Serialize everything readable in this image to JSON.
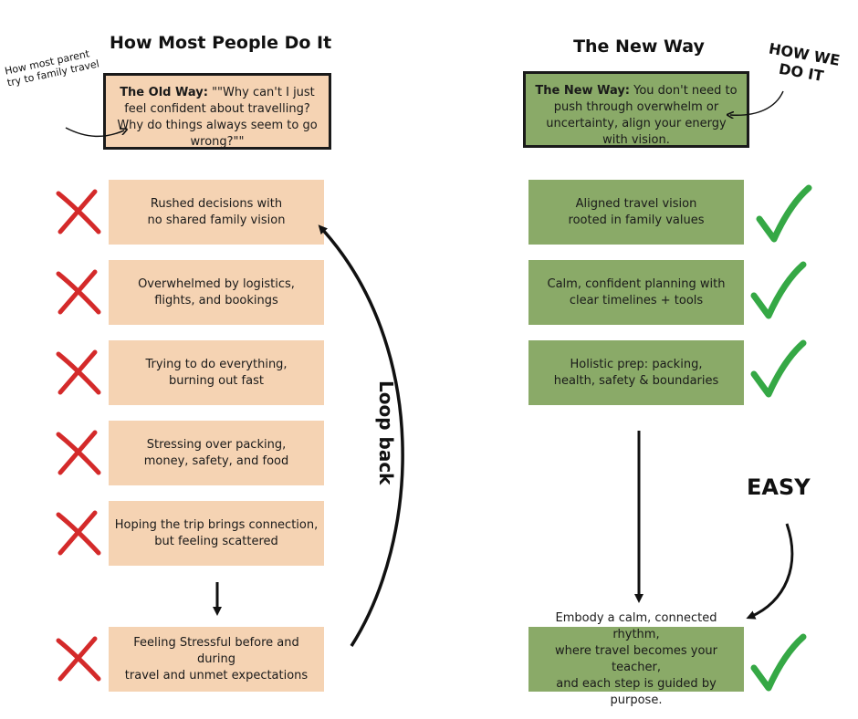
{
  "left": {
    "heading": "How Most People Do It",
    "note": "How most parent\ntry to family travel",
    "header_box": {
      "label": "The Old Way:",
      "text": "\"\"Why can't I just feel confident about travelling? Why do things always seem to go wrong?\"\""
    },
    "steps": [
      "Rushed decisions with\nno shared family vision",
      "Overwhelmed by logistics,\nflights, and bookings",
      "Trying to do everything,\nburning out fast",
      "Stressing over packing,\nmoney, safety, and food",
      "Hoping the trip brings connection,\nbut feeling scattered"
    ],
    "outcome": "Feeling Stressful before and during\ntravel and unmet expectations",
    "loop_label": "Loop back"
  },
  "right": {
    "heading": "The New Way",
    "note": "HOW WE\nDO IT",
    "header_box": {
      "label": "The New Way:",
      "text": "You don't need to push through overwhelm or uncertainty, align your energy with vision."
    },
    "steps": [
      "Aligned travel vision\nrooted in family values",
      "Calm, confident planning with\nclear timelines + tools",
      "Holistic prep: packing,\nhealth, safety & boundaries"
    ],
    "outcome": "Embody a calm, connected rhythm,\nwhere travel becomes your teacher,\nand each step is guided by purpose.",
    "easy_label": "EASY"
  },
  "colors": {
    "peach": "#f5d3b3",
    "green": "#8aaa68",
    "cross": "#d42a2a",
    "check": "#35a845"
  },
  "icons": [
    "cross-icon",
    "check-icon",
    "arrow-icon"
  ]
}
